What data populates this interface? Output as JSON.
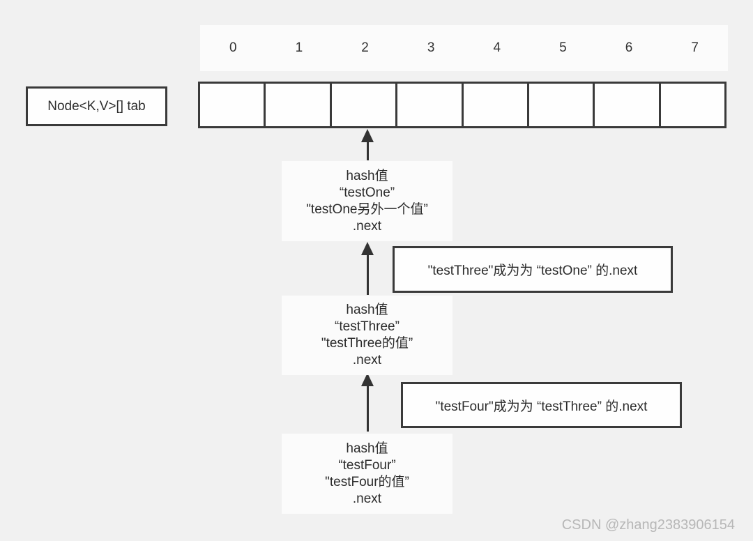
{
  "appearance": {
    "background": "#f1f1f1",
    "border_color": "#3a3a3a",
    "box_background": "#fbfbfb",
    "text_color": "#2b2b2b",
    "watermark_color": "#b7b7b7"
  },
  "array": {
    "label": "Node<K,V>[] tab",
    "indices": [
      "0",
      "1",
      "2",
      "3",
      "4",
      "5",
      "6",
      "7"
    ],
    "cell_count": 8,
    "arrow_target_index": "2"
  },
  "nodes": [
    {
      "lines": [
        "hash值",
        "“testOne”",
        "\"testOne另外一个值”",
        ".next"
      ]
    },
    {
      "lines": [
        "hash值",
        "“testThree”",
        "\"testThree的值”",
        ".next"
      ]
    },
    {
      "lines": [
        "hash值",
        "“testFour”",
        "\"testFour的值”",
        ".next"
      ]
    }
  ],
  "annotations": [
    {
      "text": "\"testThree\"成为为 “testOne” 的.next"
    },
    {
      "text": "\"testFour\"成为为 “testThree” 的.next"
    }
  ],
  "watermark": "CSDN @zhang2383906154"
}
